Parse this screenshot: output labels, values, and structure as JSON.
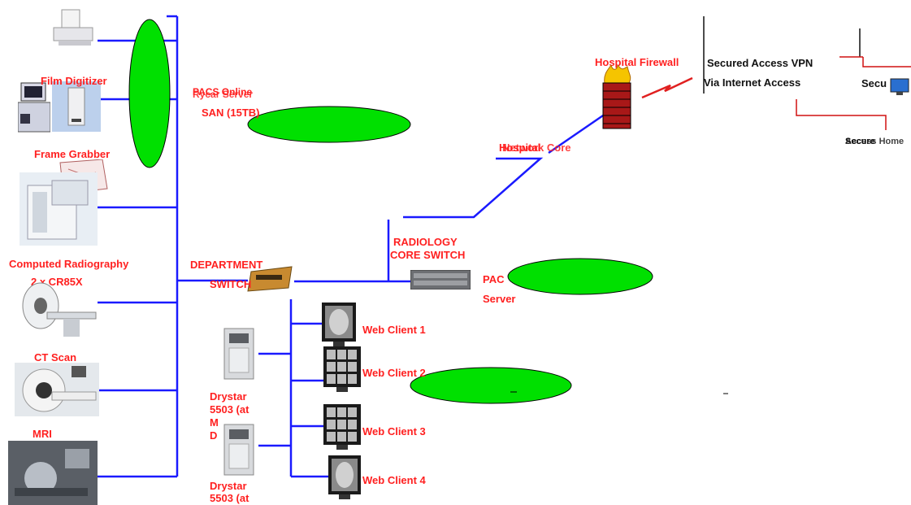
{
  "labels": {
    "film_digitizer": "Film Digitizer",
    "frame_grabber": "Frame Grabber",
    "computed_radiography": "Computed Radiography",
    "cr_count": "2 x CR85X",
    "ct_scan": "CT Scan",
    "mri": "MRI",
    "pacs_online": "PACS Online",
    "raid_server": "Rycar Server",
    "san": "SAN (15TB)",
    "department_switch_1": "DEPARTMENT",
    "department_switch_2": "SWITCH",
    "radiology_switch_1": "RADIOLOGY",
    "radiology_switch_2": "CORE SWITCH",
    "pacs_server_1": "PAC",
    "pacs_server_2": "Server",
    "hospital_network": "Hospital",
    "network_core": "Network Core",
    "hospital_firewall": "Hospital Firewall",
    "vpn_1": "Secured Access VPN",
    "vpn_2": "Via Internet Access",
    "secure_remote": "Secu",
    "secure_home_1": "Secure",
    "secure_home_2": "Access Home",
    "web_client_1": "Web Client  1",
    "web_client_2": "Web Client  2",
    "web_client_3": "Web Client  3",
    "web_client_4": "Web Client  4",
    "drystar_a_1": "Drystar",
    "drystar_a_2": "5503 (at",
    "drystar_a_3": "M",
    "drystar_a_4": "D",
    "drystar_b_1": "Drystar",
    "drystar_b_2": "5503 (at"
  },
  "colors": {
    "label": "#ff2020",
    "wire": "#1a1aff",
    "remote_wire": "#d01010",
    "blob": "#00e000"
  },
  "icons": [
    "film-digitizer-icon",
    "ultrasound-icon",
    "workstation-tower-icon",
    "frame-grabber-icon",
    "cr-reader-icon",
    "ct-scanner-icon",
    "mri-scanner-icon",
    "angiography-room-icon",
    "switch-icon",
    "rack-server-icon",
    "firewall-icon",
    "lightning-bolt-icon",
    "monitor-xray-icon",
    "monitor-grid-icon",
    "printer-icon"
  ]
}
